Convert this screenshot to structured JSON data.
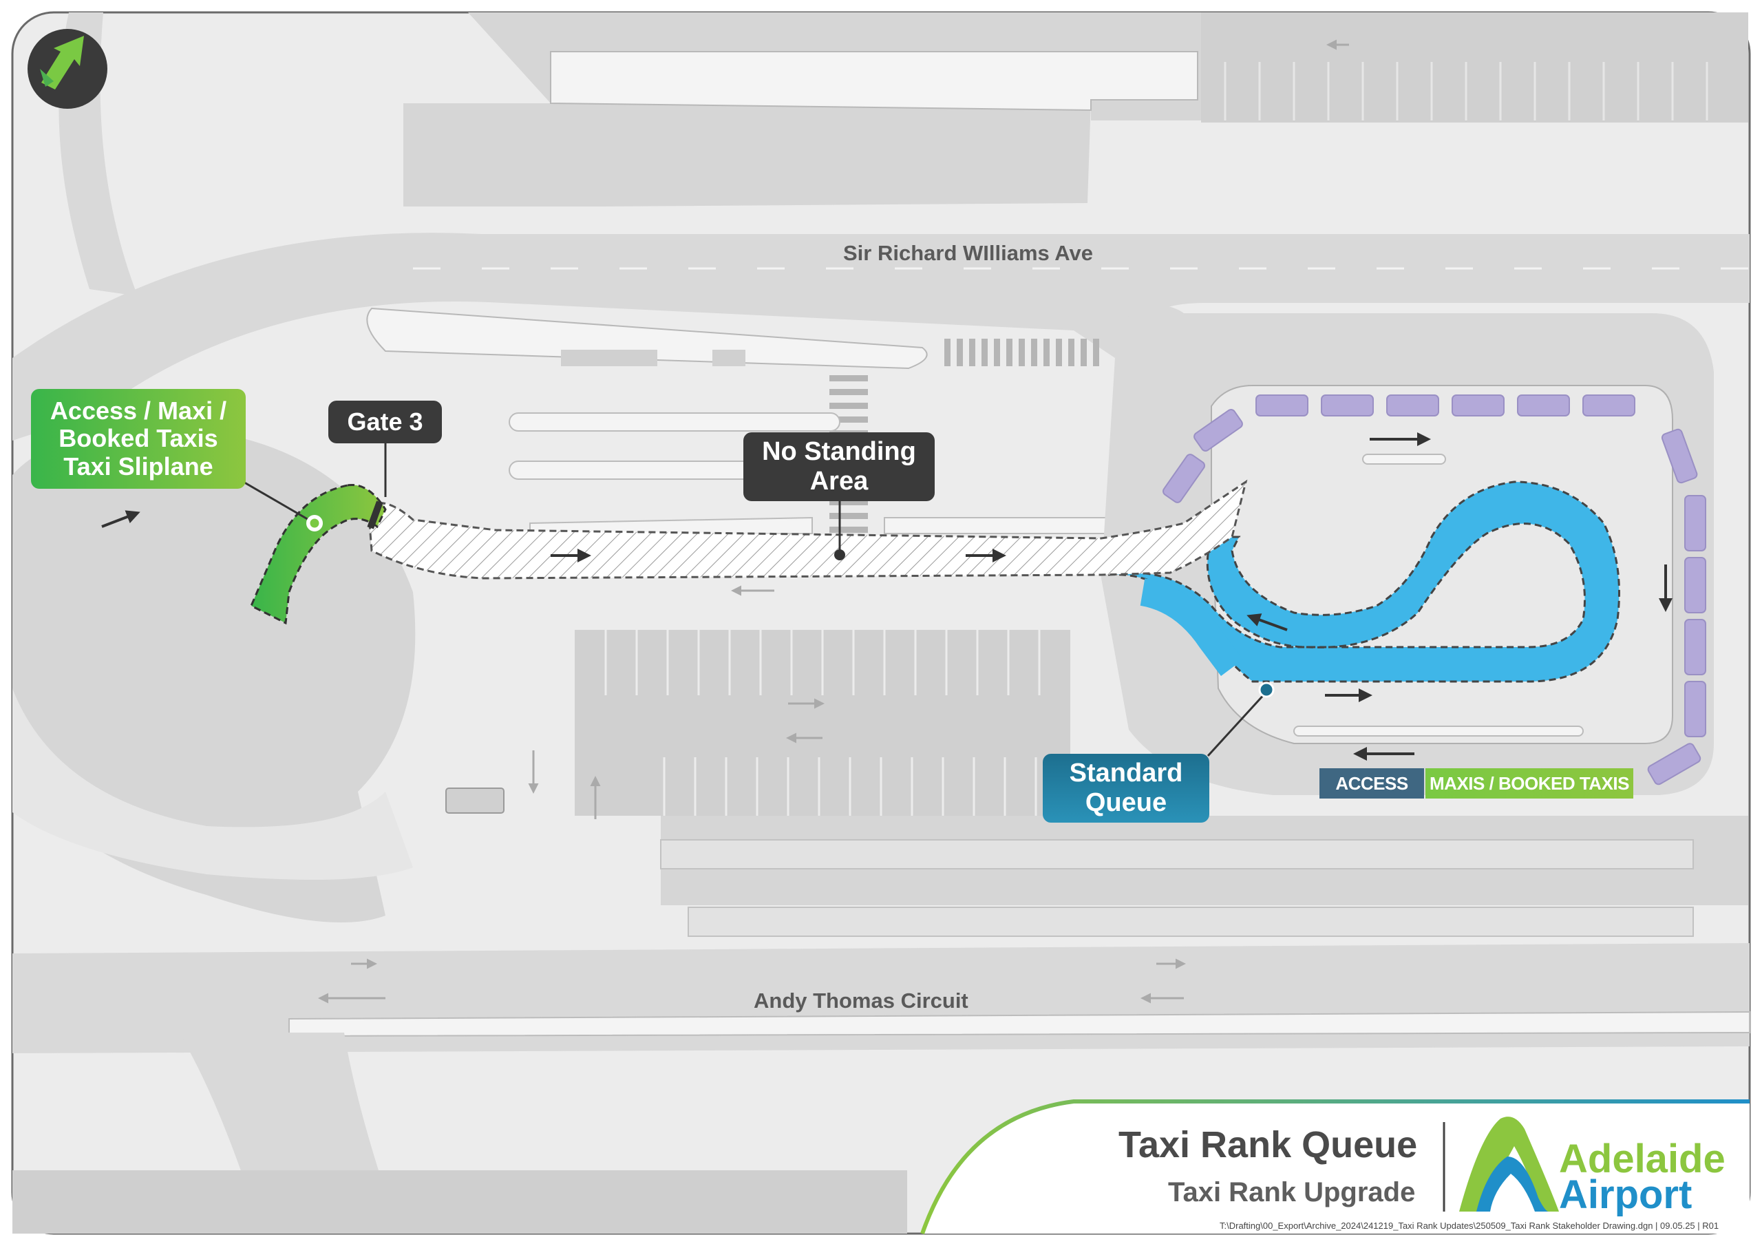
{
  "map": {
    "streets": {
      "north": "Sir Richard WIlliams Ave",
      "south": "Andy Thomas Circuit"
    },
    "callouts": {
      "access_maxi": "Access / Maxi /\nBooked Taxis\nTaxi Sliplane",
      "gate": "Gate 3",
      "no_standing": "No Standing\nArea",
      "standard_queue": "Standard\nQueue"
    },
    "legend": {
      "access": "ACCESS",
      "maxis": "MAXIS / BOOKED TAXIS"
    },
    "compass_icon": "north-arrow-icon"
  },
  "title_block": {
    "title": "Taxi Rank Queue",
    "subtitle": "Taxi Rank Upgrade",
    "brand_line1": "Adelaide",
    "brand_line2": "Airport",
    "file_path": "T:\\Drafting\\00_Export\\Archive_2024\\241219_Taxi Rank Updates\\250509_Taxi Rank Stakeholder Drawing.dgn  | 09.05.25 | R01"
  },
  "colors": {
    "sliplane_green": "#7ac943",
    "standard_queue_blue": "#3fb6e8",
    "queue_dark_blue": "#1d6f8f",
    "access_chip": "#3f6782",
    "maxi_bay_purple": "#b3a9d9",
    "callout_dark": "#3a3a3a",
    "road_grey": "#d9d9d9",
    "ground_grey": "#ececec",
    "brand_green": "#8cc63f",
    "brand_blue": "#1f8fc9"
  }
}
